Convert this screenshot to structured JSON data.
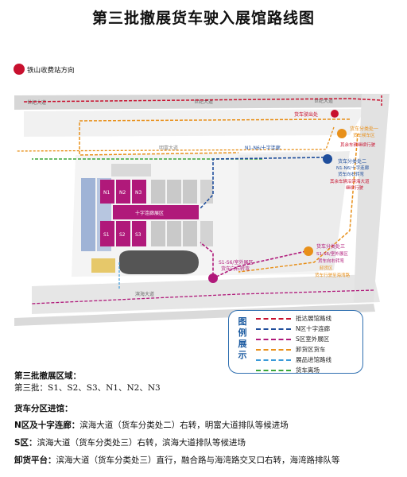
{
  "title": "第三批撤展货车驶入展馆路线图",
  "map": {
    "toll_direction": "铁山收费站方向",
    "road_top_1": "世纪大道",
    "road_top_2": "世纪大道",
    "road_top_3": "世纪大道",
    "mid_road": "明富大道",
    "road_bottom": "滨海大道",
    "truck_exit": "货车驶出处",
    "checkpoint_1_title": "货车分类处一",
    "checkpoint_1_sub": "货车候车区",
    "checkpoint_1_note": "其余车辆继续行驶",
    "checkpoint_2_title": "货车分类处二",
    "checkpoint_2_sub": "N1-N6/十字连廊",
    "checkpoint_2_note1": "货车向右转弯",
    "checkpoint_2_note2": "其余车辆沿滨海大道",
    "checkpoint_2_note3": "继续行驶",
    "checkpoint_3_title": "货车分类处三",
    "checkpoint_3_sub": "S1-S6/室外展区",
    "checkpoint_3_note1": "货车向右转弯",
    "checkpoint_3_note2": "卸货区",
    "checkpoint_3_note3": "货车行驶至海湾路",
    "corridor_label": "N1-N6/十字连廊",
    "s_zone_label1": "S1-S6/室外展区",
    "s_zone_label2": "货车向右转弯",
    "cross_label": "十字连廊展区",
    "halls_north": [
      "N1",
      "N2",
      "N3"
    ],
    "halls_south": [
      "S1",
      "S2",
      "S3"
    ]
  },
  "legend": {
    "title_chars": [
      "图",
      "例",
      "展",
      "示"
    ],
    "items": [
      {
        "label": "抵达展馆路线",
        "color": "#c8102e"
      },
      {
        "label": "N区十字连廊",
        "color": "#1f4e9c"
      },
      {
        "label": "S区室外展区",
        "color": "#b0197a"
      },
      {
        "label": "卸货区货车",
        "color": "#e8901a"
      },
      {
        "label": "展品进馆路线",
        "color": "#3a9ad9"
      },
      {
        "label": "货车离场",
        "color": "#3aa63a"
      }
    ]
  },
  "info": {
    "batch_area_title": "第三批撤展区域：",
    "batch_line_label": "第三批：",
    "batch_line_value": "S1、S2、S3、N1、N2、N3",
    "entry_title": "货车分区进馆：",
    "n_label": "N区及十字连廊：",
    "n_text": "滨海大道（货车分类处二）右转，明富大道排队等候进场",
    "s_label": "S区：",
    "s_text": "滨海大道（货车分类处三）右转，滨海大道排队等候进场",
    "unload_label": "卸货平台：",
    "unload_text": "滨海大道（货车分类处三）直行，融合路与海湾路交叉口右转，海湾路排队等"
  },
  "colors": {
    "magenta_hall": "#b0197a",
    "gray_hall": "#c9c9c9",
    "blue_hall": "#9fb3d6",
    "red": "#c8102e",
    "orange": "#e8901a"
  }
}
